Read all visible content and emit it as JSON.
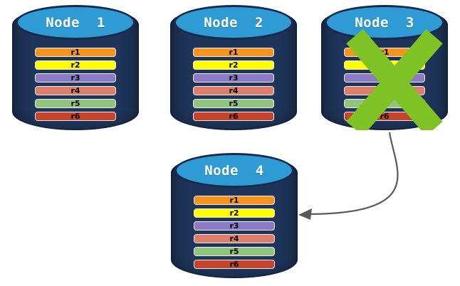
{
  "colors": {
    "background": "#ffffff",
    "cylinder_body": "#1e3458",
    "cylinder_top": "#2e9bd5",
    "cylinder_rim": "#152a4d",
    "title_text": "#ffffff",
    "row_text": "#000000",
    "failure_x": "#7ec226",
    "arrow": "#595959"
  },
  "nodes": [
    {
      "id": "node-1",
      "title": "Node  1",
      "failed": false,
      "rows": [
        {
          "label": "r1",
          "color": "#f6941e"
        },
        {
          "label": "r2",
          "color": "#fdfd00"
        },
        {
          "label": "r3",
          "color": "#8c7bc4"
        },
        {
          "label": "r4",
          "color": "#dd7e6b"
        },
        {
          "label": "r5",
          "color": "#93c47d"
        },
        {
          "label": "r6",
          "color": "#c7432b"
        }
      ]
    },
    {
      "id": "node-2",
      "title": "Node  2",
      "failed": false,
      "rows": [
        {
          "label": "r1",
          "color": "#f6941e"
        },
        {
          "label": "r2",
          "color": "#fdfd00"
        },
        {
          "label": "r3",
          "color": "#8c7bc4"
        },
        {
          "label": "r4",
          "color": "#dd7e6b"
        },
        {
          "label": "r5",
          "color": "#93c47d"
        },
        {
          "label": "r6",
          "color": "#c7432b"
        }
      ]
    },
    {
      "id": "node-3",
      "title": "Node  3",
      "failed": true,
      "rows": [
        {
          "label": "r1",
          "color": "#f6941e"
        },
        {
          "label": "r2",
          "color": "#fdfd00"
        },
        {
          "label": "r3",
          "color": "#8c7bc4"
        },
        {
          "label": "r4",
          "color": "#dd7e6b"
        },
        {
          "label": "r5",
          "color": "#93c47d"
        },
        {
          "label": "r6",
          "color": "#c7432b"
        }
      ]
    },
    {
      "id": "node-4",
      "title": "Node  4",
      "failed": false,
      "rows": [
        {
          "label": "r1",
          "color": "#f6941e"
        },
        {
          "label": "r2",
          "color": "#fdfd00"
        },
        {
          "label": "r3",
          "color": "#8c7bc4"
        },
        {
          "label": "r4",
          "color": "#dd7e6b"
        },
        {
          "label": "r5",
          "color": "#93c47d"
        },
        {
          "label": "r6",
          "color": "#c7432b"
        }
      ]
    }
  ],
  "arrow": {
    "from": "node-3",
    "to": "node-4",
    "color": "#595959"
  }
}
